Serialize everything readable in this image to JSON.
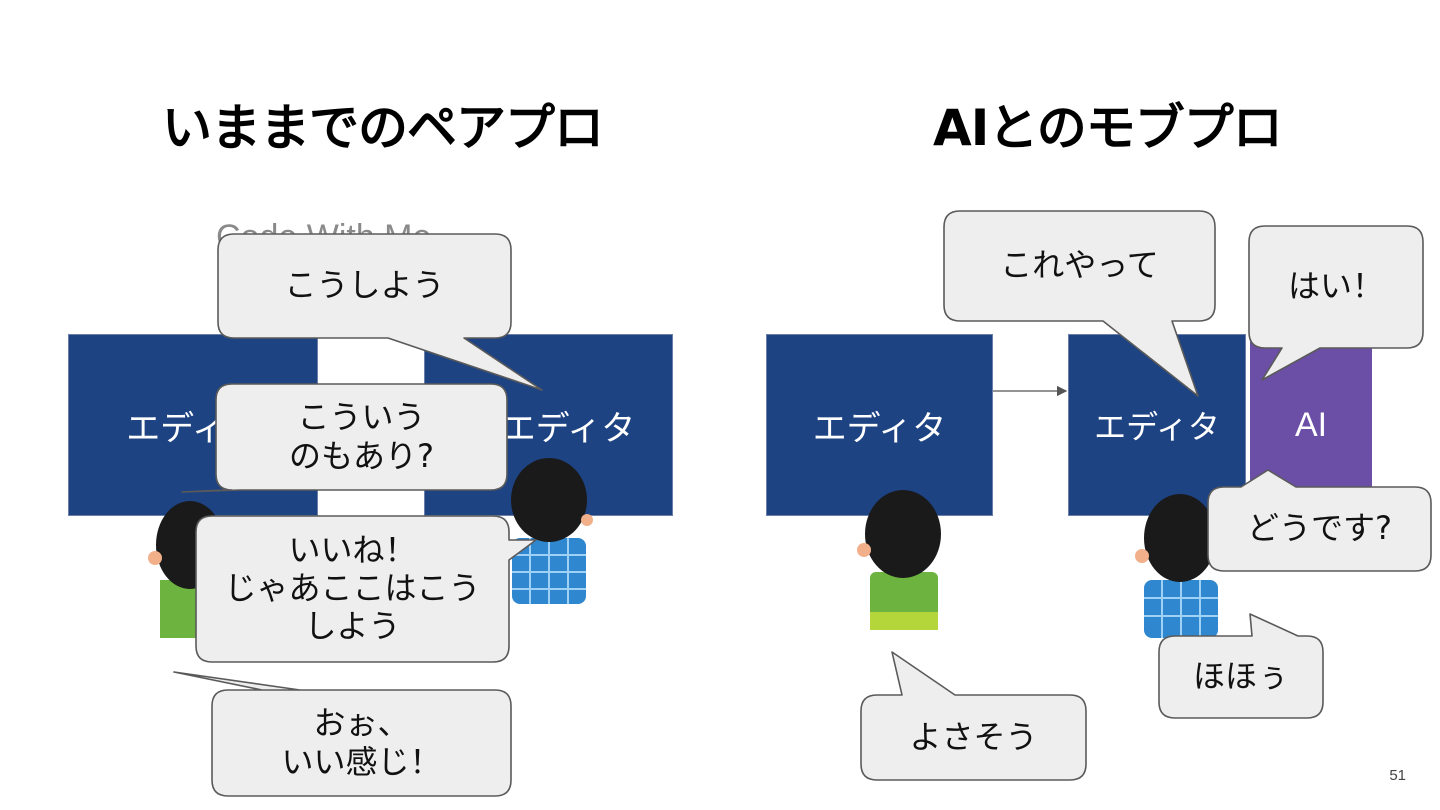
{
  "slide": {
    "page_number": "51",
    "left": {
      "title": "いままでのペアプロ",
      "faded_text": "Code With Me",
      "editor_left": "エディタ",
      "editor_right": "エディタ",
      "bubbles": {
        "koushiyou": "こうしよう",
        "kouiu": "こういう\nのもあり?",
        "iine": "いいね！\nじゃあここはこう\nしよう",
        "oo": "おぉ、\nいい感じ！"
      }
    },
    "right": {
      "title": "AIとのモブプロ",
      "editor_left": "エディタ",
      "editor_middle": "エディタ",
      "ai_label": "AI",
      "bubbles": {
        "koreyatte": "これやって",
        "hai": "はい！",
        "doudesu": "どうです?",
        "hohou": "ほほぅ",
        "yosasou": "よさそう"
      }
    },
    "colors": {
      "editor": "#1d4383",
      "ai": "#6b4fa6",
      "bubble_fill": "#eeeeee",
      "bubble_stroke": "#5a5a5a"
    }
  }
}
